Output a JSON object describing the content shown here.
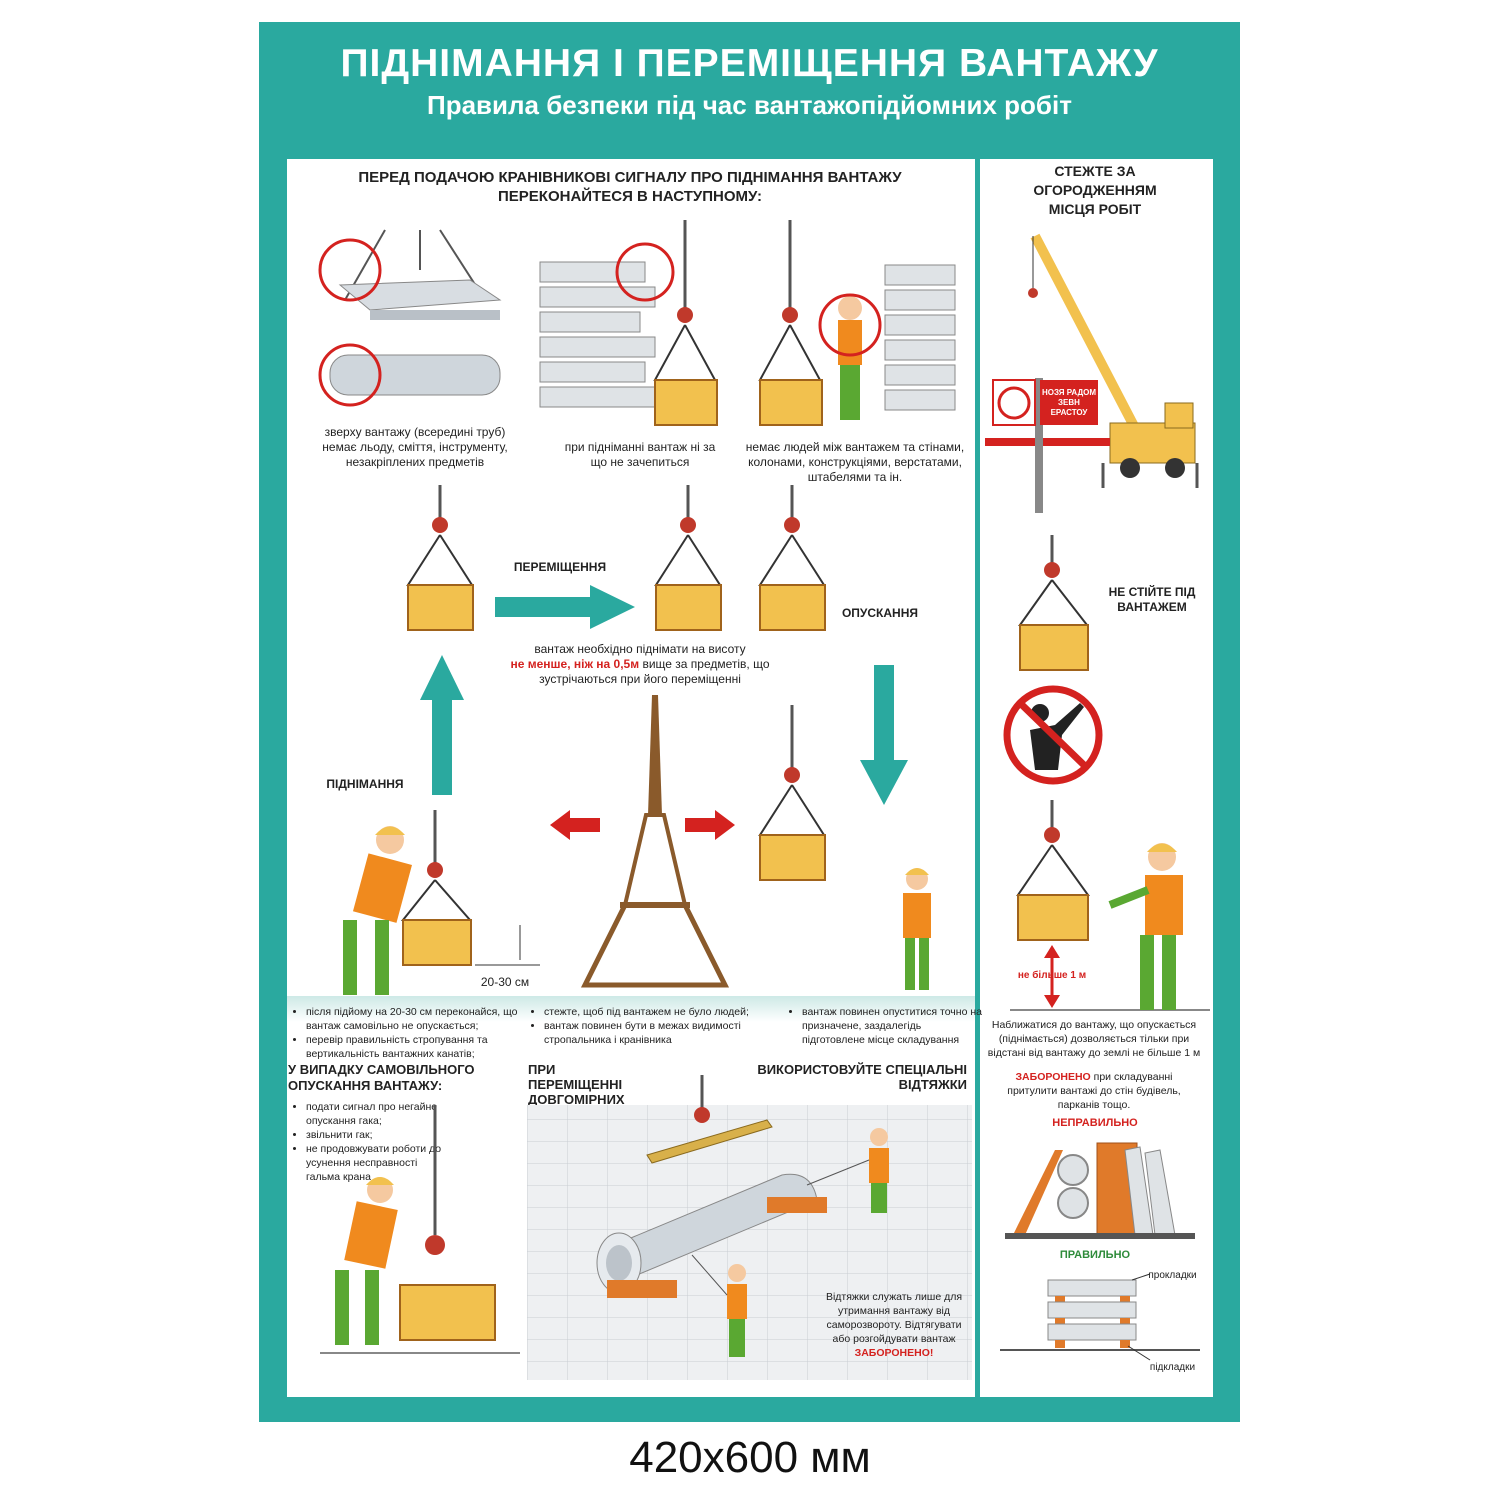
{
  "title": "ПІДНІМАННЯ І ПЕРЕМІЩЕННЯ ВАНТАЖУ",
  "subtitle": "Правила безпеки під час вантажопідйомних робіт",
  "left_panel": {
    "heading": "ПЕРЕД ПОДАЧОЮ КРАНІВНИКОВІ СИГНАЛУ ПРО ПІДНІМАННЯ ВАНТАЖУ ПЕРЕКОНАЙТЕСЯ В НАСТУПНОМУ:",
    "check1": "зверху вантажу (всередині труб) немає льоду, сміття, інструменту, незакріплених предметів",
    "check2": "при підніманні вантаж ні за що не зачепиться",
    "check3": "немає людей між вантажем та стінами, колонами, конструкціями, верстатами, штабелями та ін.",
    "label_moving": "ПЕРЕМІЩЕННЯ",
    "label_lowering": "ОПУСКАННЯ",
    "label_lifting": "ПІДНІМАННЯ",
    "height_note_1": "вантаж необхідно піднімати на висоту",
    "height_note_red": "не менше, ніж на 0,5м",
    "height_note_2": "вище за предметів, що зустрічаються при його переміщенні",
    "gap_label": "20-30 см",
    "bullets_col1": [
      "після підйому на 20-30 см переконайся, що вантаж самовільно не опускається;",
      "перевір правильність стропування та вертикальність вантажних канатів;"
    ],
    "bullets_col2": [
      "стежте, щоб під вантажем не було людей;",
      "вантаж повинен бути в межах видимості стропальника і кранівника"
    ],
    "bullets_col3": [
      "вантаж повинен опуститися точно на призначене, заздалегідь підготовлене місце складування"
    ],
    "self_lower_heading": "У ВИПАДКУ САМОВІЛЬНОГО ОПУСКАННЯ ВАНТАЖУ:",
    "self_lower_items": [
      "подати сигнал про негайне опускання гака;",
      "звільнити гак;",
      "не продовжувати роботи до усунення несправності гальма крана"
    ],
    "long_loads_heading": "ПРИ ПЕРЕМІЩЕННІ ДОВГОМІРНИХ ВАНТАЖІВ",
    "ropes_heading": "ВИКОРИСТОВУЙТЕ СПЕЦІАЛЬНІ ВІДТЯЖКИ",
    "ropes_note": "Відтяжки служать лише для утримання вантажу від саморозвороту. Відтягувати або розгойдувати вантаж",
    "ropes_note_red": "ЗАБОРОНЕНО!"
  },
  "right_panel": {
    "heading": "СТЕЖТЕ ЗА ОГОРОДЖЕННЯМ МІСЦЯ РОБІТ",
    "sign_text": "НОЗЯ РАДОМ ЗЕВН ЕРАСТОУ",
    "stand_label": "НЕ СТІЙТЕ ПІД ВАНТАЖЕМ",
    "limit_label": "не більше 1 м",
    "approach_note": "Наближатися до вантажу, що опускається (піднімається) дозволяється тільки при відстані від вантажу до землі не більше 1 м",
    "forbidden_red": "ЗАБОРОНЕНО",
    "forbidden_text": "при складуванні притулити вантажі до стін будівель, парканів тощо.",
    "wrong_label": "НЕПРАВИЛЬНО",
    "right_label": "ПРАВИЛЬНО",
    "pads_top": "прокладки",
    "pads_bottom": "підкладки"
  },
  "size_caption": "420x600 мм",
  "colors": {
    "teal": "#2aa99f",
    "red": "#d4221f",
    "orange": "#f08a1e",
    "wood": "#f2c14e",
    "green": "#5aa832"
  }
}
